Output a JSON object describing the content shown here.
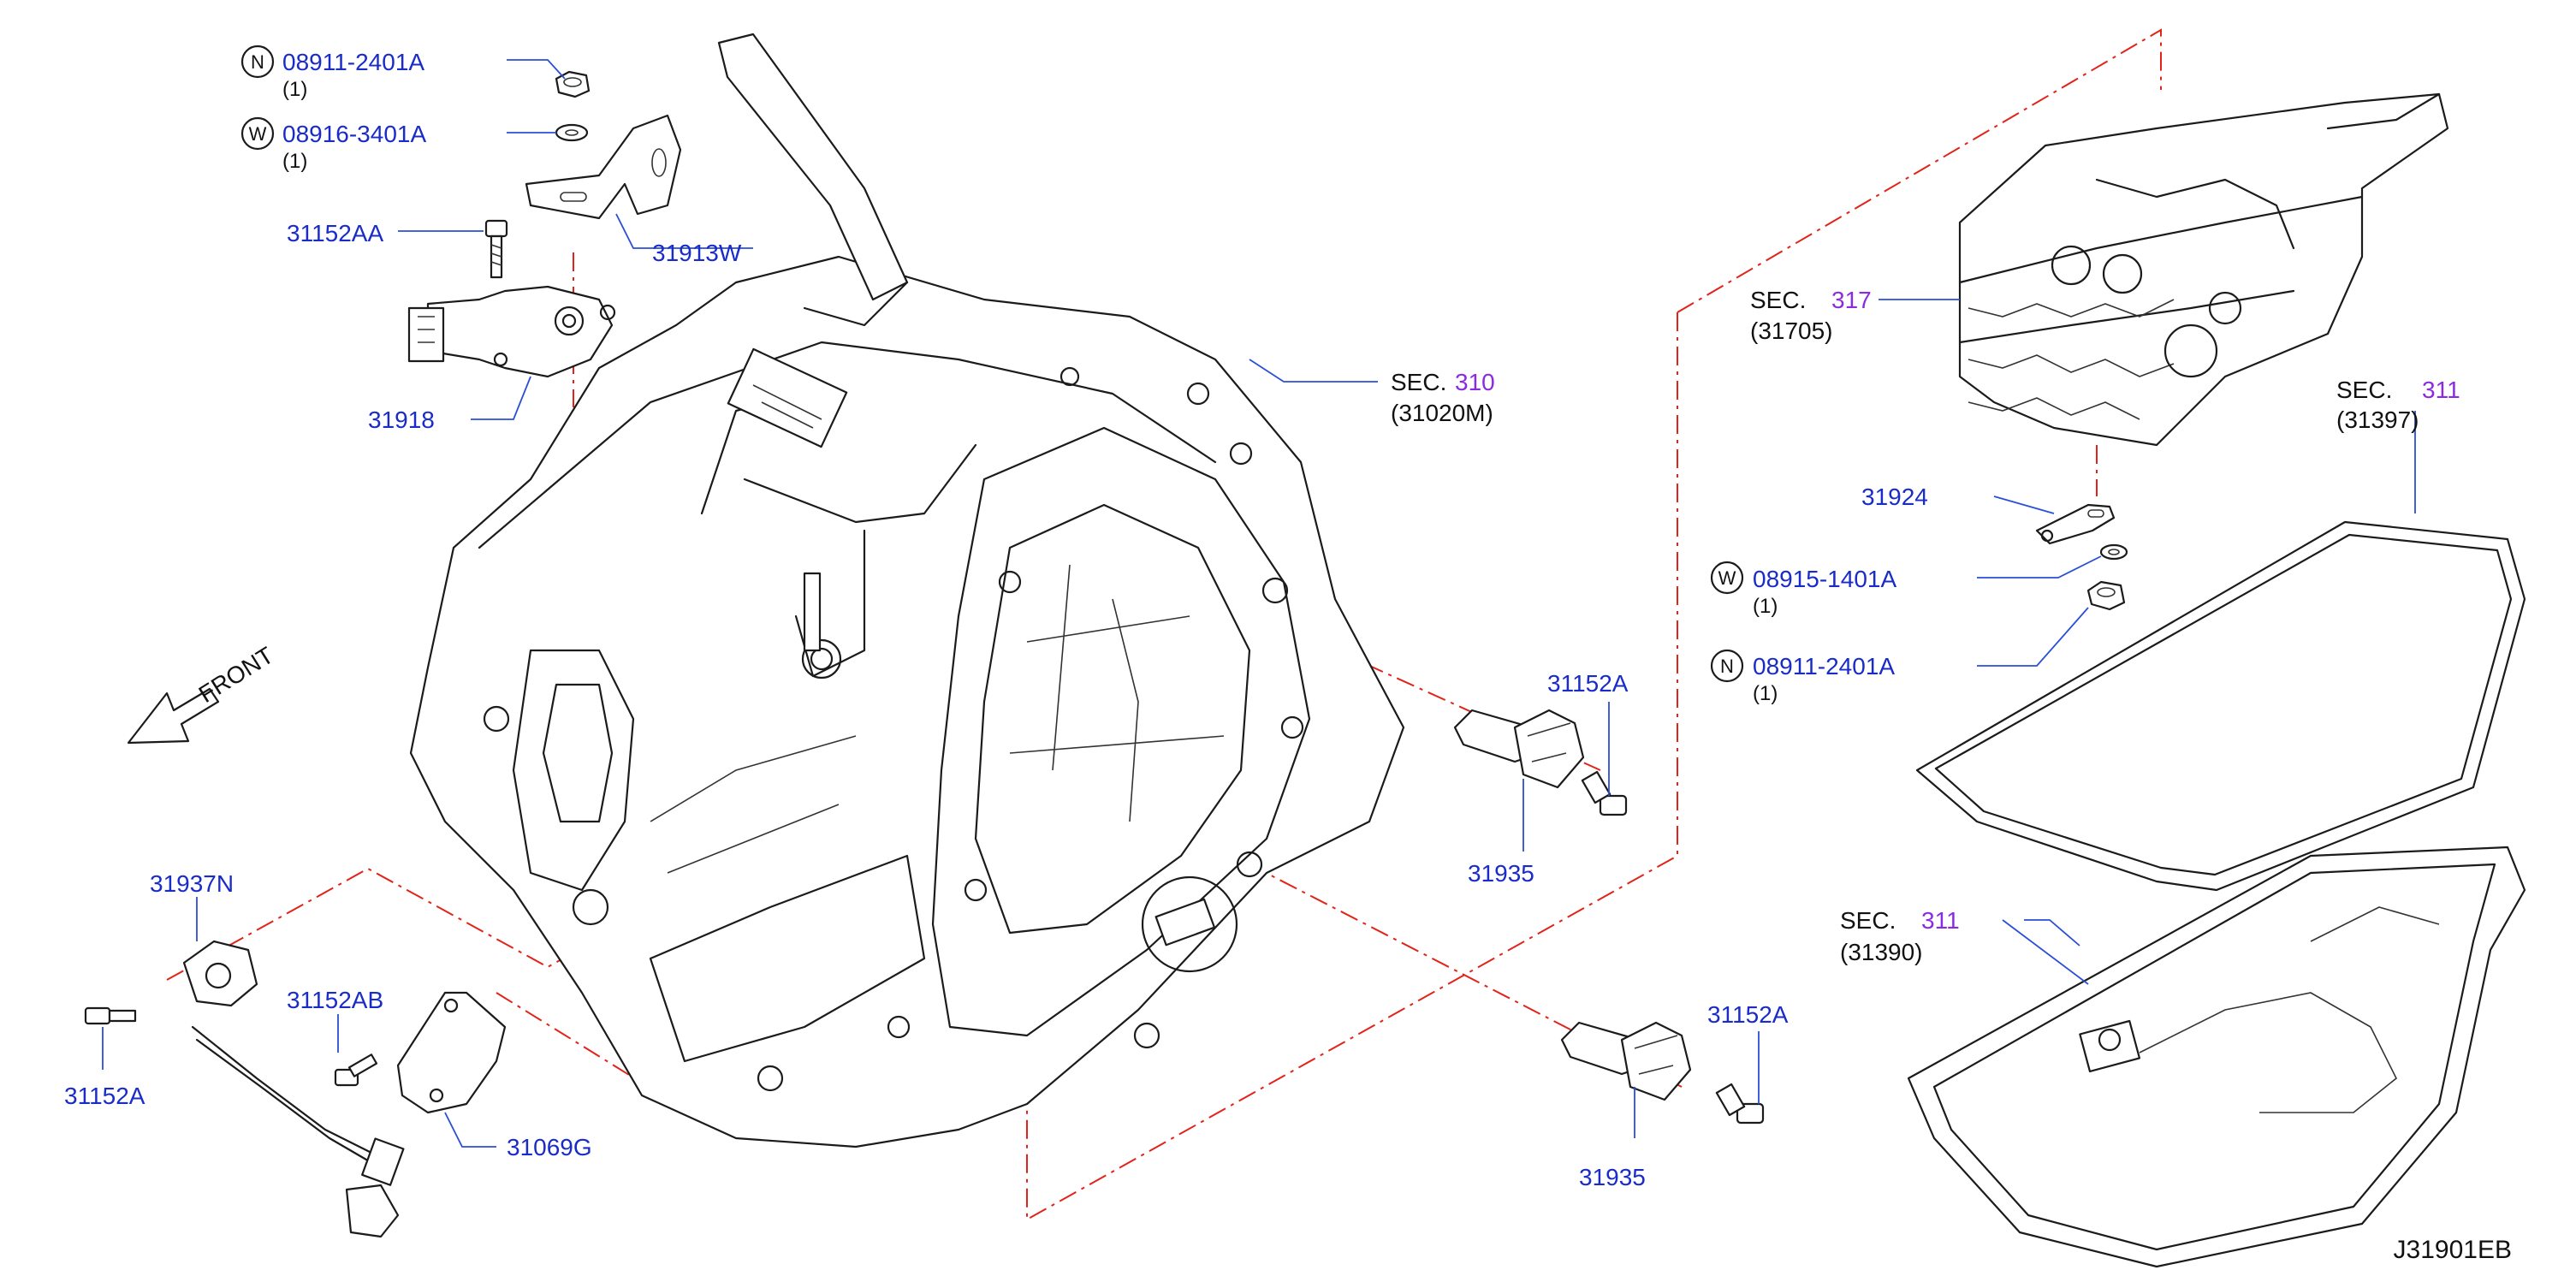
{
  "diagram_code": "J31901EB",
  "front_label": "FRONT",
  "parts": {
    "nut_top": {
      "prefix": "N",
      "number": "08911-2401A",
      "qty": "(1)"
    },
    "washer_top": {
      "prefix": "W",
      "number": "08916-3401A",
      "qty": "(1)"
    },
    "bolt_31152AA": "31152AA",
    "bracket_31913W": "31913W",
    "switch_31918": "31918",
    "sec310": {
      "sec": "SEC.",
      "num": "310",
      "sub": "(31020M)"
    },
    "sec317": {
      "sec": "SEC.",
      "num": "317",
      "sub": "(31705)"
    },
    "sec311_gasket": {
      "sec": "SEC.",
      "num": "311",
      "sub": "(31397)"
    },
    "sec311_pan": {
      "sec": "SEC.",
      "num": "311",
      "sub": "(31390)"
    },
    "bracket_31924": "31924",
    "washer_right": {
      "prefix": "W",
      "number": "08915-1401A",
      "qty": "(1)"
    },
    "nut_right": {
      "prefix": "N",
      "number": "08911-2401A",
      "qty": "(1)"
    },
    "bolt_31152A_upper": "31152A",
    "sensor_31935_upper": "31935",
    "bolt_31152A_lower": "31152A",
    "sensor_31935_lower": "31935",
    "sensor_31937N": "31937N",
    "bolt_31152A_left": "31152A",
    "bolt_31152AB": "31152AB",
    "bracket_31069G": "31069G"
  }
}
